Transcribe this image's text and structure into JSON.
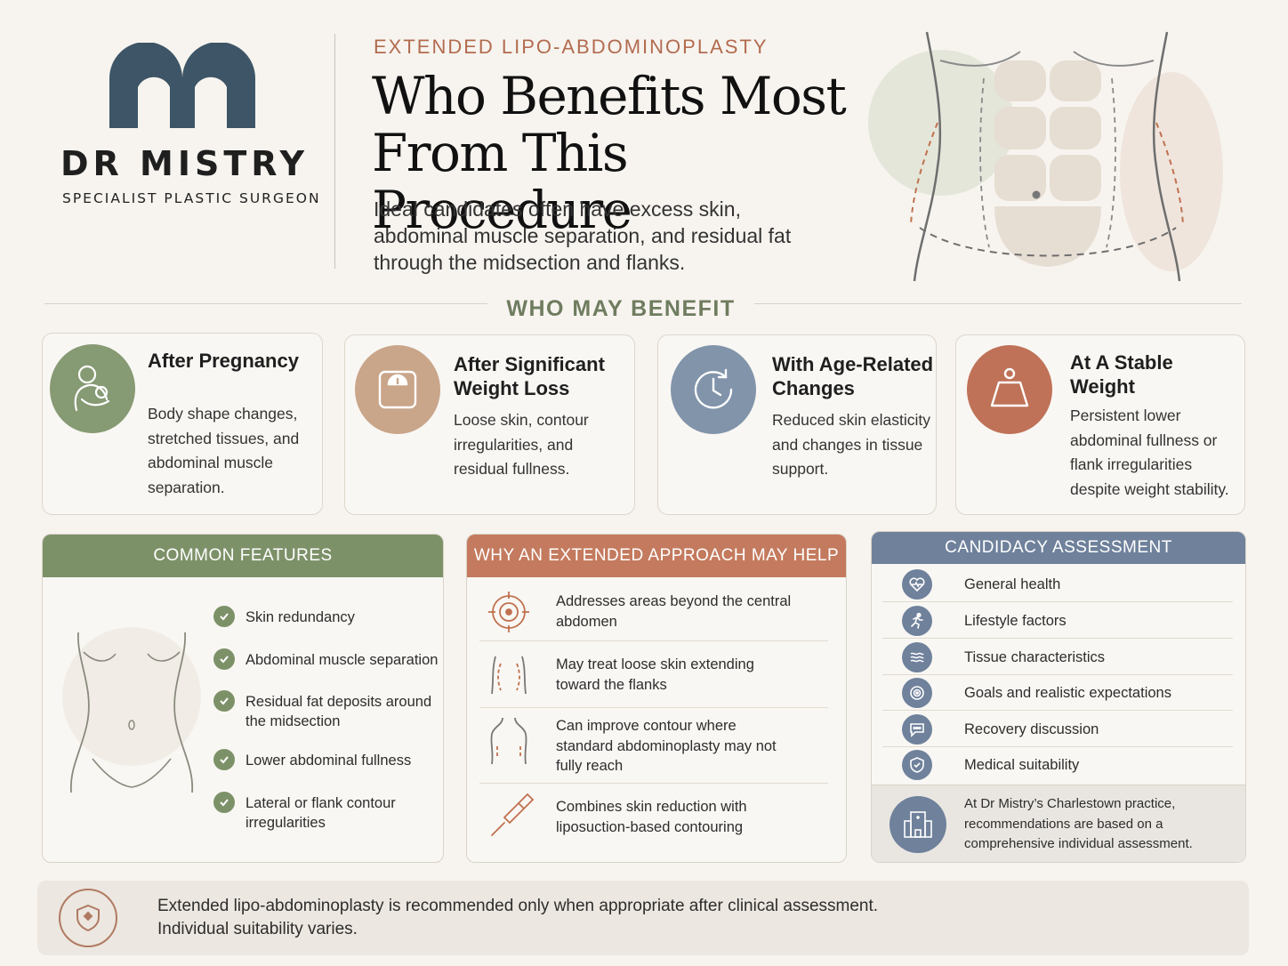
{
  "brand": {
    "name": "DR MISTRY",
    "tagline": "SPECIALIST PLASTIC SURGEON"
  },
  "hero": {
    "eyebrow": "EXTENDED LIPO-ABDOMINOPLASTY",
    "title": "Who Benefits Most From This Procedure",
    "subtitle": "Ideal candidates often have excess skin, abdominal muscle separation, and residual fat through the midsection and flanks."
  },
  "section_title": "WHO MAY BENEFIT",
  "cards": [
    {
      "icon": "mother-baby-icon",
      "title": "After Pregnancy",
      "body": "Body shape changes, stretched tissues, and abdominal muscle separation.",
      "color": "#869a74"
    },
    {
      "icon": "scale-icon",
      "title": "After Significant Weight Loss",
      "body": "Loose skin, contour irregularities, and residual fullness.",
      "color": "#c9a58a"
    },
    {
      "icon": "clock-icon",
      "title": "With Age-Related Changes",
      "body": "Reduced skin elasticity and changes in tissue support.",
      "color": "#8194aa"
    },
    {
      "icon": "weight-icon",
      "title": "At A Stable Weight",
      "body": "Persistent lower abdominal fullness or flank irregularities despite weight stability.",
      "color": "#bf7257"
    }
  ],
  "common_features": {
    "heading": "COMMON FEATURES",
    "items": [
      "Skin redundancy",
      "Abdominal muscle separation",
      "Residual fat deposits around the midsection",
      "Lower abdominal fullness",
      "Lateral or flank contour irregularities"
    ]
  },
  "why_extended": {
    "heading": "WHY AN EXTENDED APPROACH MAY HELP",
    "items": [
      {
        "icon": "target-icon",
        "text": "Addresses areas beyond the central abdomen"
      },
      {
        "icon": "flank-icon",
        "text": "May treat loose skin extending toward the flanks"
      },
      {
        "icon": "back-contour-icon",
        "text": "Can improve contour where standard abdominoplasty may not fully reach"
      },
      {
        "icon": "cannula-icon",
        "text": "Combines skin reduction with liposuction-based contouring"
      }
    ]
  },
  "candidacy": {
    "heading": "CANDIDACY ASSESSMENT",
    "items": [
      {
        "icon": "heart-pulse-icon",
        "text": "General health"
      },
      {
        "icon": "runner-icon",
        "text": "Lifestyle factors"
      },
      {
        "icon": "tissue-waves-icon",
        "text": "Tissue characteristics"
      },
      {
        "icon": "target-goal-icon",
        "text": "Goals and realistic expectations"
      },
      {
        "icon": "chat-icon",
        "text": "Recovery discussion"
      },
      {
        "icon": "shield-check-icon",
        "text": "Medical suitability"
      }
    ],
    "note_icon": "building-icon",
    "note": "At Dr Mistry’s Charlestown practice, recommendations are based on a comprehensive individual assessment."
  },
  "footer": {
    "icon": "shield-icon",
    "line1": "Extended lipo-abdominoplasty is recommended only when appropriate after clinical assessment.",
    "line2": "Individual suitability varies."
  },
  "colors": {
    "green": "#7d9169",
    "terracotta": "#c47a5e",
    "slate": "#6f819b",
    "background": "#f7f4ef"
  }
}
